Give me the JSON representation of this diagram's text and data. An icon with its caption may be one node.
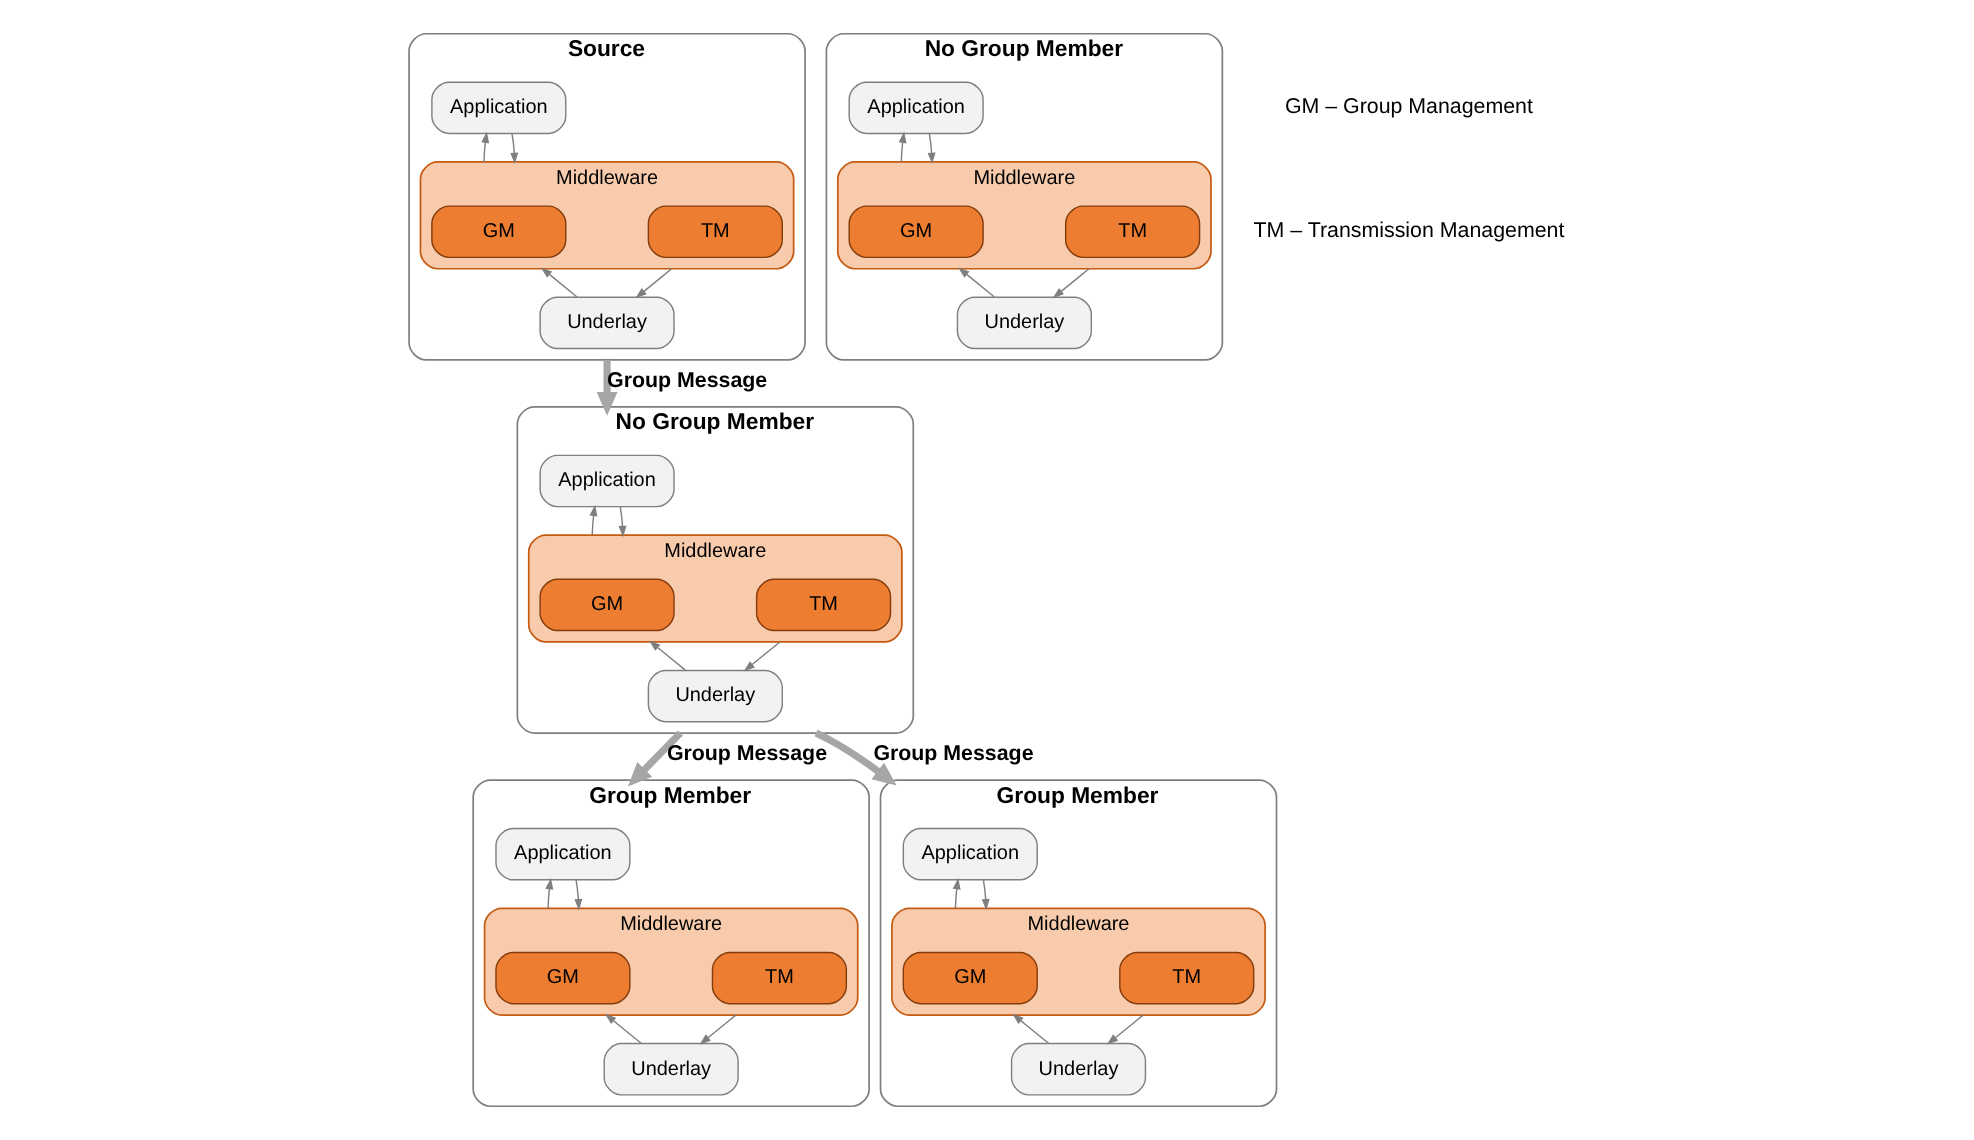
{
  "diagram": {
    "nodes": [
      {
        "text": [
          "Source"
        ]
      },
      {
        "text": [
          "Application"
        ],
        "in": 0
      },
      {
        "text": [
          "Middleware"
        ],
        "in": 0
      },
      {
        "text": [
          "GM"
        ],
        "in": 2
      },
      {
        "text": [
          "TM"
        ],
        "in": 2
      },
      {
        "text": [
          "Underlay"
        ],
        "in": 0
      },
      {
        "text": [
          "No Group Member"
        ]
      },
      {
        "text": [
          "Application"
        ],
        "in": 6
      },
      {
        "text": [
          "Middleware"
        ],
        "in": 6
      },
      {
        "text": [
          "GM"
        ],
        "in": 8
      },
      {
        "text": [
          "TM"
        ],
        "in": 8
      },
      {
        "text": [
          "Underlay"
        ],
        "in": 6
      },
      {
        "text": [
          "No Group Member"
        ]
      },
      {
        "text": [
          "Application"
        ],
        "in": 12
      },
      {
        "text": [
          "Middleware"
        ],
        "in": 12
      },
      {
        "text": [
          "GM"
        ],
        "in": 14
      },
      {
        "text": [
          "TM"
        ],
        "in": 14
      },
      {
        "text": [
          "Underlay"
        ],
        "in": 12
      },
      {
        "text": [
          "Group Member"
        ]
      },
      {
        "text": [
          "Application"
        ],
        "in": 18
      },
      {
        "text": [
          "Middleware"
        ],
        "in": 18
      },
      {
        "text": [
          "GM"
        ],
        "in": 20
      },
      {
        "text": [
          "TM"
        ],
        "in": 20
      },
      {
        "text": [
          "Underlay"
        ],
        "in": 18
      },
      {
        "text": [
          "Group Member"
        ]
      },
      {
        "text": [
          "Application"
        ],
        "in": 24
      },
      {
        "text": [
          "Middleware"
        ],
        "in": 24
      },
      {
        "text": [
          "GM"
        ],
        "in": 26
      },
      {
        "text": [
          "TM"
        ],
        "in": 26
      },
      {
        "text": [
          "Underlay"
        ],
        "in": 24
      }
    ],
    "edges": [
      {
        "from": 2,
        "to": 1,
        "arrow": "to"
      },
      {
        "from": 1,
        "to": 2,
        "arrow": "to"
      },
      {
        "from": 5,
        "to": 2,
        "arrow": "to"
      },
      {
        "from": 2,
        "to": 5,
        "arrow": "to"
      },
      {
        "from": 8,
        "to": 7,
        "arrow": "to"
      },
      {
        "from": 7,
        "to": 8,
        "arrow": "to"
      },
      {
        "from": 11,
        "to": 8,
        "arrow": "to"
      },
      {
        "from": 8,
        "to": 11,
        "arrow": "to"
      },
      {
        "from": 14,
        "to": 13,
        "arrow": "to"
      },
      {
        "from": 13,
        "to": 14,
        "arrow": "to"
      },
      {
        "from": 17,
        "to": 14,
        "arrow": "to"
      },
      {
        "from": 14,
        "to": 17,
        "arrow": "to"
      },
      {
        "from": 20,
        "to": 19,
        "arrow": "to"
      },
      {
        "from": 19,
        "to": 20,
        "arrow": "to"
      },
      {
        "from": 23,
        "to": 20,
        "arrow": "to"
      },
      {
        "from": 20,
        "to": 23,
        "arrow": "to"
      },
      {
        "from": 26,
        "to": 25,
        "arrow": "to"
      },
      {
        "from": 25,
        "to": 26,
        "arrow": "to"
      },
      {
        "from": 29,
        "to": 26,
        "arrow": "to"
      },
      {
        "from": 26,
        "to": 29,
        "arrow": "to"
      },
      {
        "from": 0,
        "to": 6,
        "arrow": "to",
        "label": "Group Message",
        "style": "thick"
      },
      {
        "from": 6,
        "to": 18,
        "arrow": "to",
        "label": "Group Message",
        "style": "thick"
      },
      {
        "from": 6,
        "to": 24,
        "arrow": "to",
        "label": "Group Message",
        "style": "thick"
      }
    ],
    "labels": [
      "GM – Group Management",
      "TM – Transmission Management"
    ]
  }
}
